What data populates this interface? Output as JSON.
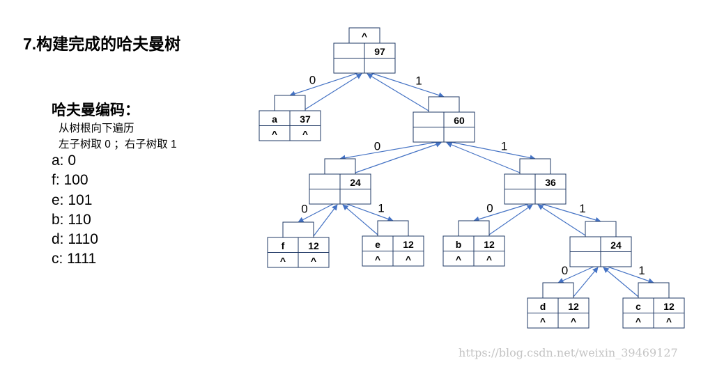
{
  "page": {
    "title": "7.构建完成的哈夫曼树",
    "watermark": "https://blog.csdn.net/weixin_39469127"
  },
  "encoding": {
    "title": "哈夫曼编码：",
    "desc1": "从树根向下遍历",
    "desc2": "左子树取 0 ；右子树取 1",
    "codes": [
      "a: 0",
      "f: 100",
      "e: 101",
      "b: 110",
      "d: 1110",
      "c: 1111"
    ]
  },
  "tree": {
    "colors": {
      "box": "#1f3864",
      "arrow": "#4472c4",
      "text": "#000000"
    },
    "nodes": [
      {
        "id": "n97",
        "top": "^",
        "left": "",
        "right": "97",
        "bl": "",
        "br": ""
      },
      {
        "id": "na",
        "top": "",
        "left": "a",
        "right": "37",
        "bl": "^",
        "br": "^"
      },
      {
        "id": "n60",
        "top": "",
        "left": "",
        "right": "60",
        "bl": "",
        "br": ""
      },
      {
        "id": "n24a",
        "top": "",
        "left": "",
        "right": "24",
        "bl": "",
        "br": ""
      },
      {
        "id": "n36",
        "top": "",
        "left": "",
        "right": "36",
        "bl": "",
        "br": ""
      },
      {
        "id": "nf",
        "top": "",
        "left": "f",
        "right": "12",
        "bl": "^",
        "br": "^"
      },
      {
        "id": "ne",
        "top": "",
        "left": "e",
        "right": "12",
        "bl": "^",
        "br": "^"
      },
      {
        "id": "nb",
        "top": "",
        "left": "b",
        "right": "12",
        "bl": "^",
        "br": "^"
      },
      {
        "id": "n24b",
        "top": "",
        "left": "",
        "right": "24",
        "bl": "",
        "br": ""
      },
      {
        "id": "nd",
        "top": "",
        "left": "d",
        "right": "12",
        "bl": "^",
        "br": "^"
      },
      {
        "id": "nc",
        "top": "",
        "left": "c",
        "right": "12",
        "bl": "^",
        "br": "^"
      }
    ],
    "edges": [
      {
        "parent": "n97",
        "child": "na",
        "label": "0"
      },
      {
        "parent": "n97",
        "child": "n60",
        "label": "1"
      },
      {
        "parent": "n60",
        "child": "n24a",
        "label": "0"
      },
      {
        "parent": "n60",
        "child": "n36",
        "label": "1"
      },
      {
        "parent": "n24a",
        "child": "nf",
        "label": "0"
      },
      {
        "parent": "n24a",
        "child": "ne",
        "label": "1"
      },
      {
        "parent": "n36",
        "child": "nb",
        "label": "0"
      },
      {
        "parent": "n36",
        "child": "n24b",
        "label": "1"
      },
      {
        "parent": "n24b",
        "child": "nd",
        "label": "0"
      },
      {
        "parent": "n24b",
        "child": "nc",
        "label": "1"
      }
    ]
  }
}
